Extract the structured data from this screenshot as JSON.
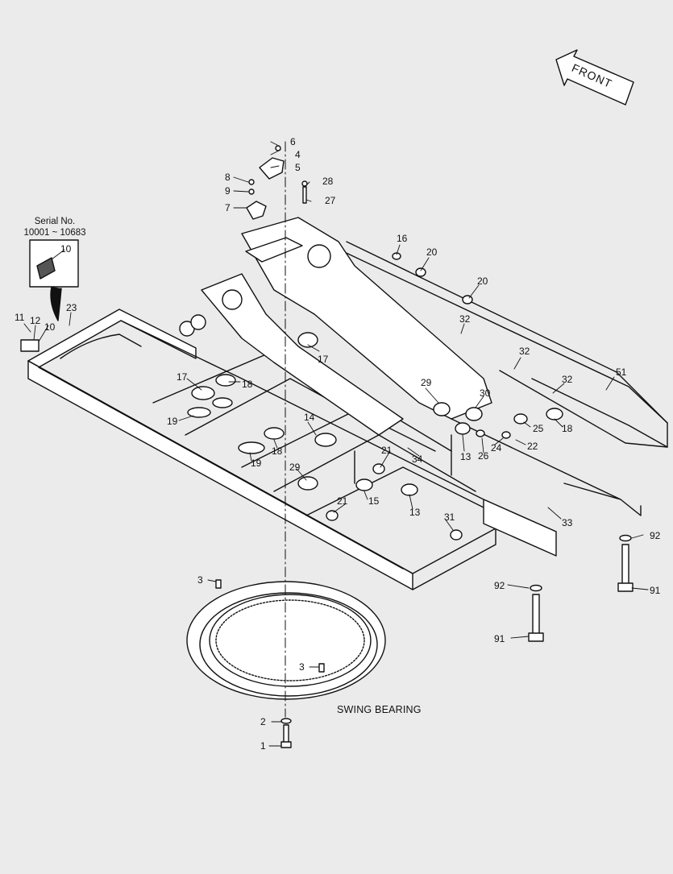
{
  "diagram": {
    "caption": "SWING BEARING",
    "direction_label": "FRONT",
    "serial": {
      "title": "Serial No.",
      "range": "10001 ~ 10683"
    },
    "colors": {
      "line": "#111111",
      "background": "#ebebeb",
      "fill": "#ffffff"
    }
  },
  "callouts": [
    {
      "id": "c-1",
      "text": "1"
    },
    {
      "id": "c-2",
      "text": "2"
    },
    {
      "id": "c-3a",
      "text": "3"
    },
    {
      "id": "c-3b",
      "text": "3"
    },
    {
      "id": "c-4",
      "text": "4"
    },
    {
      "id": "c-5",
      "text": "5"
    },
    {
      "id": "c-6",
      "text": "6"
    },
    {
      "id": "c-7",
      "text": "7"
    },
    {
      "id": "c-8",
      "text": "8"
    },
    {
      "id": "c-9",
      "text": "9"
    },
    {
      "id": "c-10a",
      "text": "10"
    },
    {
      "id": "c-10b",
      "text": "10"
    },
    {
      "id": "c-11",
      "text": "11"
    },
    {
      "id": "c-12",
      "text": "12"
    },
    {
      "id": "c-13a",
      "text": "13"
    },
    {
      "id": "c-13b",
      "text": "13"
    },
    {
      "id": "c-14",
      "text": "14"
    },
    {
      "id": "c-15",
      "text": "15"
    },
    {
      "id": "c-16",
      "text": "16"
    },
    {
      "id": "c-17a",
      "text": "17"
    },
    {
      "id": "c-17b",
      "text": "17"
    },
    {
      "id": "c-18a",
      "text": "18"
    },
    {
      "id": "c-18b",
      "text": "18"
    },
    {
      "id": "c-18c",
      "text": "18"
    },
    {
      "id": "c-19a",
      "text": "19"
    },
    {
      "id": "c-19b",
      "text": "19"
    },
    {
      "id": "c-20a",
      "text": "20"
    },
    {
      "id": "c-20b",
      "text": "20"
    },
    {
      "id": "c-21a",
      "text": "21"
    },
    {
      "id": "c-21b",
      "text": "21"
    },
    {
      "id": "c-22",
      "text": "22"
    },
    {
      "id": "c-23",
      "text": "23"
    },
    {
      "id": "c-24",
      "text": "24"
    },
    {
      "id": "c-25",
      "text": "25"
    },
    {
      "id": "c-26",
      "text": "26"
    },
    {
      "id": "c-27",
      "text": "27"
    },
    {
      "id": "c-28",
      "text": "28"
    },
    {
      "id": "c-29a",
      "text": "29"
    },
    {
      "id": "c-29b",
      "text": "29"
    },
    {
      "id": "c-30",
      "text": "30"
    },
    {
      "id": "c-31",
      "text": "31"
    },
    {
      "id": "c-32a",
      "text": "32"
    },
    {
      "id": "c-32b",
      "text": "32"
    },
    {
      "id": "c-32c",
      "text": "32"
    },
    {
      "id": "c-33",
      "text": "33"
    },
    {
      "id": "c-34",
      "text": "34"
    },
    {
      "id": "c-51",
      "text": "51"
    },
    {
      "id": "c-91a",
      "text": "91"
    },
    {
      "id": "c-91b",
      "text": "91"
    },
    {
      "id": "c-92a",
      "text": "92"
    },
    {
      "id": "c-92b",
      "text": "92"
    }
  ]
}
